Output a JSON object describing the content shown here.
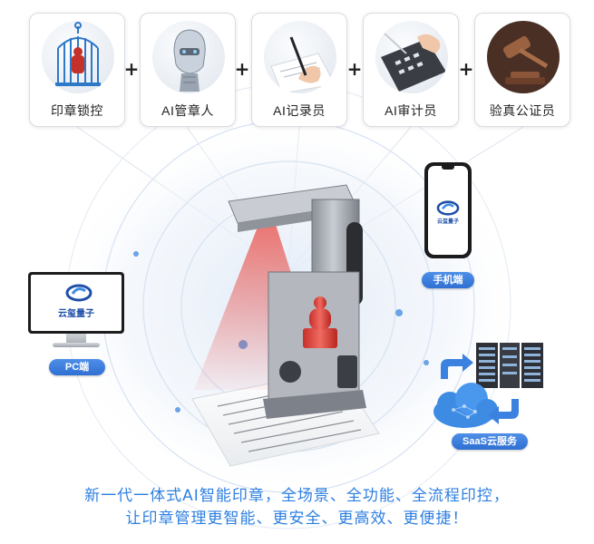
{
  "features": [
    {
      "label": "印章锁控",
      "icon": "bird-cage-icon"
    },
    {
      "label": "AI管章人",
      "icon": "robot-head-icon"
    },
    {
      "label": "AI记录员",
      "icon": "pen-writing-icon"
    },
    {
      "label": "AI审计员",
      "icon": "calculator-icon"
    },
    {
      "label": "验真公证员",
      "icon": "gavel-icon"
    }
  ],
  "plus_sign": "+",
  "clients": {
    "pc_label": "PC端",
    "mobile_label": "手机端",
    "saas_label": "SaaS云服务"
  },
  "brand": {
    "name": "云玺量子"
  },
  "slogan": {
    "line1": "新一代一体式AI智能印章，全场景、全功能、全流程印控，",
    "line2": "让印章管理更智能、更安全、更高效、更便捷！"
  },
  "colors": {
    "accent_blue": "#2d7fe0",
    "pill_blue": "#3a7ddc",
    "laser_red": "#e8413a",
    "brand_blue": "#1f4fa8"
  }
}
